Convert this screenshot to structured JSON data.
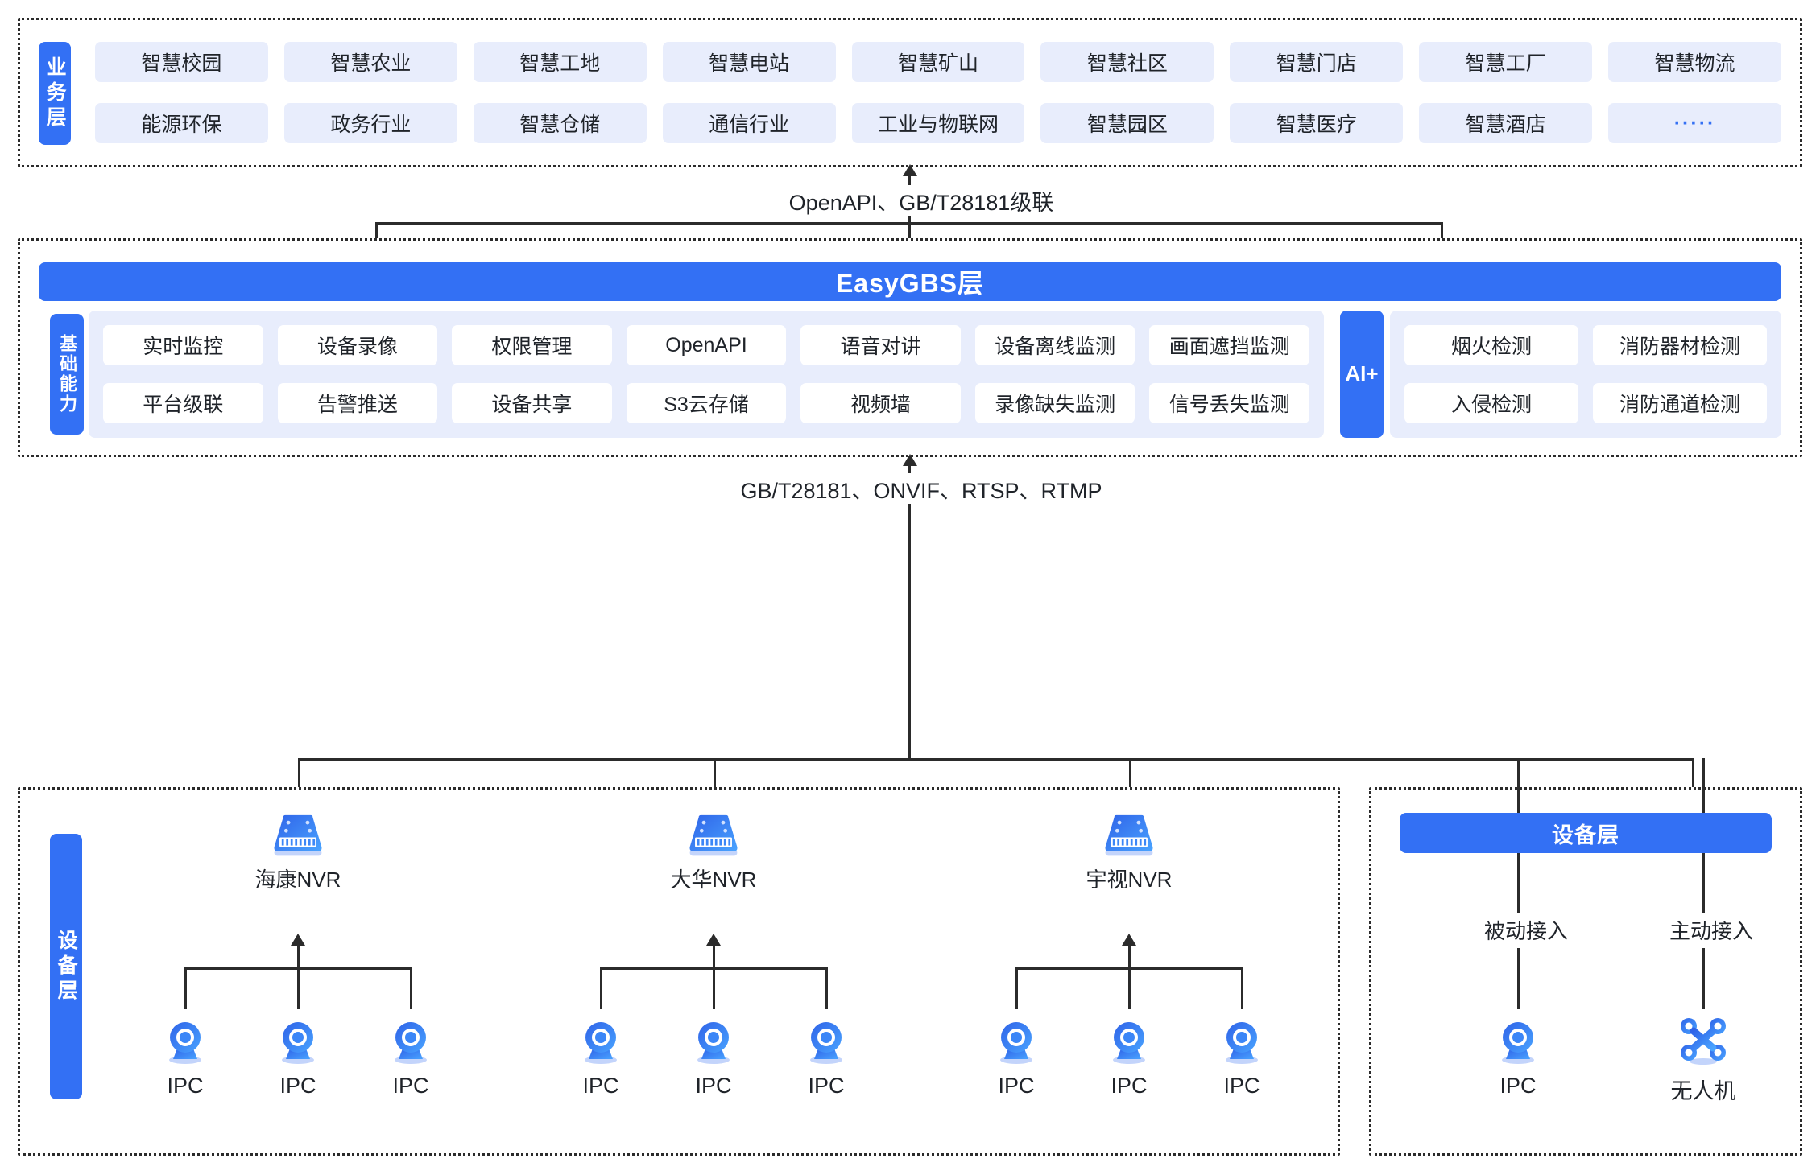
{
  "business_layer": {
    "tab_label": "业务层",
    "items": [
      "智慧校园",
      "智慧农业",
      "智慧工地",
      "智慧电站",
      "智慧矿山",
      "智慧社区",
      "智慧门店",
      "智慧工厂",
      "智慧物流",
      "能源环保",
      "政务行业",
      "智慧仓储",
      "通信行业",
      "工业与物联网",
      "智慧园区",
      "智慧医疗",
      "智慧酒店",
      "·····"
    ]
  },
  "connectors": {
    "top_label": "OpenAPI、GB/T28181级联",
    "mid_label": "GB/T28181、ONVIF、RTSP、RTMP"
  },
  "platform_layer": {
    "title": "EasyGBS层",
    "capability_tab": "基础能力",
    "ai_tab": "AI+",
    "core_capabilities": [
      "实时监控",
      "设备录像",
      "权限管理",
      "OpenAPI",
      "语音对讲",
      "设备离线监测",
      "画面遮挡监测",
      "平台级联",
      "告警推送",
      "设备共享",
      "S3云存储",
      "视频墙",
      "录像缺失监测",
      "信号丢失监测"
    ],
    "ai_capabilities": [
      "烟火检测",
      "消防器材检测",
      "入侵检测",
      "消防通道检测"
    ]
  },
  "device_layer": {
    "tab_label": "设备层",
    "nvr_groups": [
      {
        "nvr_label": "海康NVR",
        "children": [
          "IPC",
          "IPC",
          "IPC"
        ]
      },
      {
        "nvr_label": "大华NVR",
        "children": [
          "IPC",
          "IPC",
          "IPC"
        ]
      },
      {
        "nvr_label": "宇视NVR",
        "children": [
          "IPC",
          "IPC",
          "IPC"
        ]
      }
    ],
    "right_panel": {
      "title": "设备层",
      "branches": [
        {
          "mode": "被动接入",
          "device": "IPC",
          "icon": "ipc-camera-icon"
        },
        {
          "mode": "主动接入",
          "device": "无人机",
          "icon": "drone-icon"
        }
      ]
    }
  },
  "colors": {
    "brand_blue": "#3370f4",
    "chip_bg": "#e8edfc",
    "line": "#2b2b2b",
    "text": "#1f2329"
  }
}
